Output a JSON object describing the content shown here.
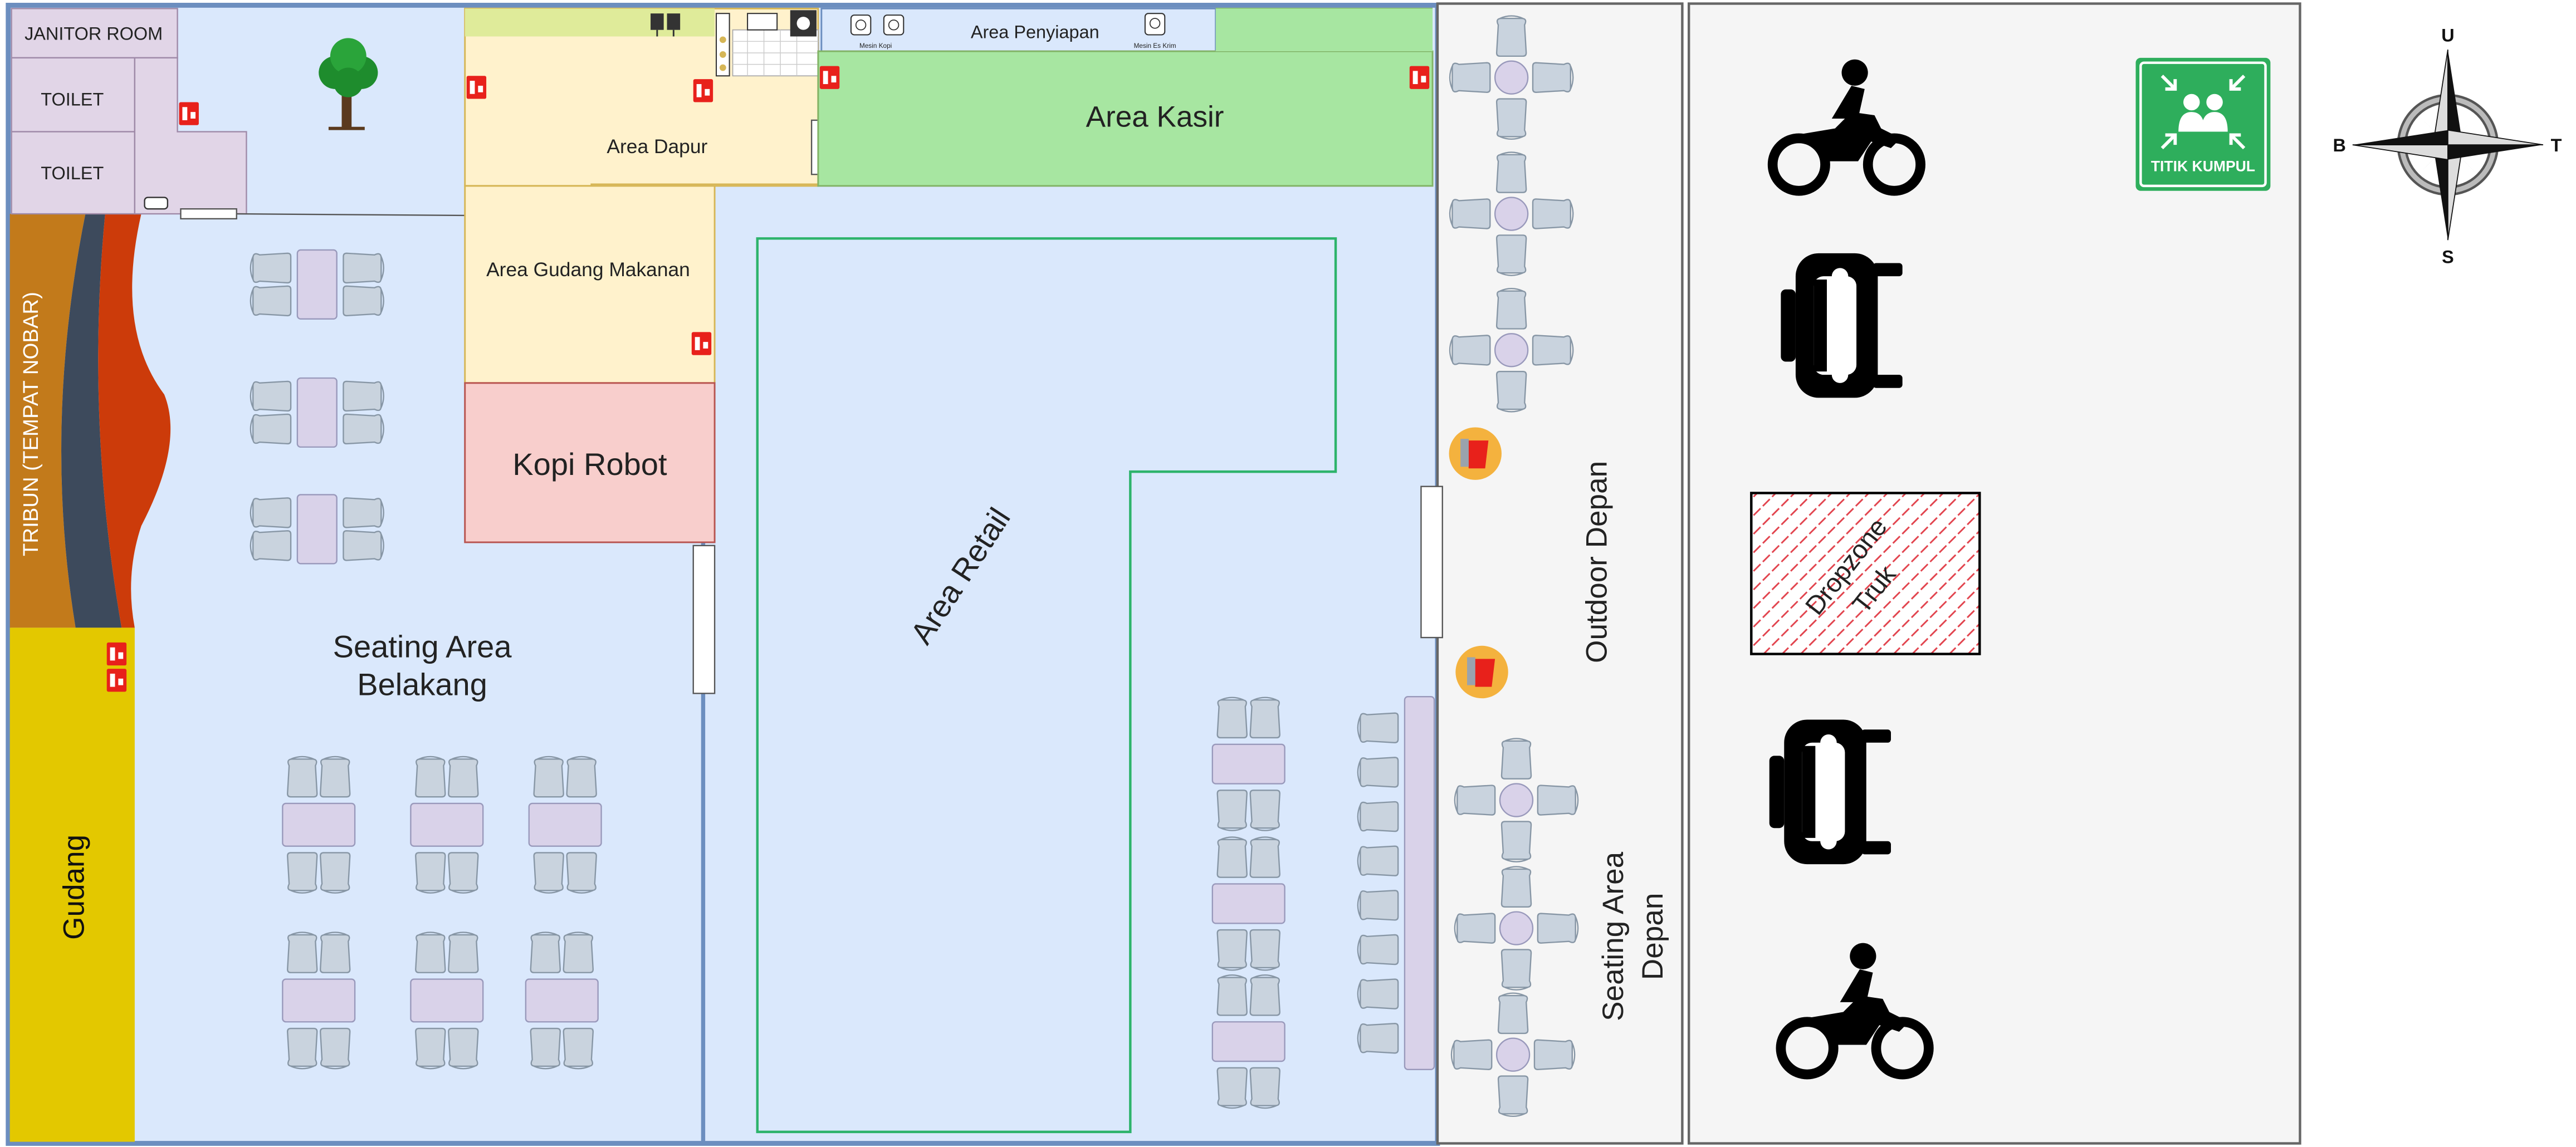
{
  "colors": {
    "page_background": "#ffffff",
    "main_floor": "#dae8fc",
    "main_border": "#6c8ebf",
    "wet_area": "#e1d5e7",
    "kitchen": "#fff2cc",
    "kitchen_header": "#dfeb9a",
    "kopi_robot": "#f8cecc",
    "kasir": "#a7e6a1",
    "retail_outline": "#2db36b",
    "gudang": "#e3c800",
    "outdoor": "#f5f5f5",
    "tribun_orange": "#c27a1b",
    "tribun_slate": "#3d4a5c",
    "tribun_red": "#cc3b0a",
    "table_fill": "#d9d2e9",
    "chair_fill": "#c9d3de",
    "extinguisher": "#e8211b",
    "assembly_green": "#2eae5c",
    "dropzone_hatch": "#e2454f"
  },
  "rooms": {
    "janitor": "JANITOR ROOM",
    "toilet_1": "TOILET",
    "toilet_2": "TOILET",
    "dapur": "Area Dapur",
    "gudang_makanan": "Area Gudang Makanan",
    "kopi_robot": "Kopi Robot",
    "penyiapan": "Area Penyiapan",
    "kasir": "Area Kasir",
    "retail": "Area Retail",
    "seating_belakang_line1": "Seating Area",
    "seating_belakang_line2": "Belakang",
    "tribun": "TRIBUN (TEMPAT NOBAR)",
    "gudang": "Gudang",
    "outdoor_depan": "Outdoor Depan",
    "seating_depan_line1": "Seating Area",
    "seating_depan_line2": "Depan"
  },
  "equipment": {
    "mesin_kopi": "Mesin Kopi",
    "mesin_es_krim": "Mesin Es Krim"
  },
  "parking": {
    "dropzone_line1": "Dropzone",
    "dropzone_line2": "Truk",
    "assembly_point": "TITIK KUMPUL",
    "vehicles": [
      "motorcycle-icon",
      "car-icon",
      "car-icon",
      "motorcycle-icon"
    ]
  },
  "compass": {
    "north": "U",
    "south": "S",
    "east": "T",
    "west": "B"
  }
}
